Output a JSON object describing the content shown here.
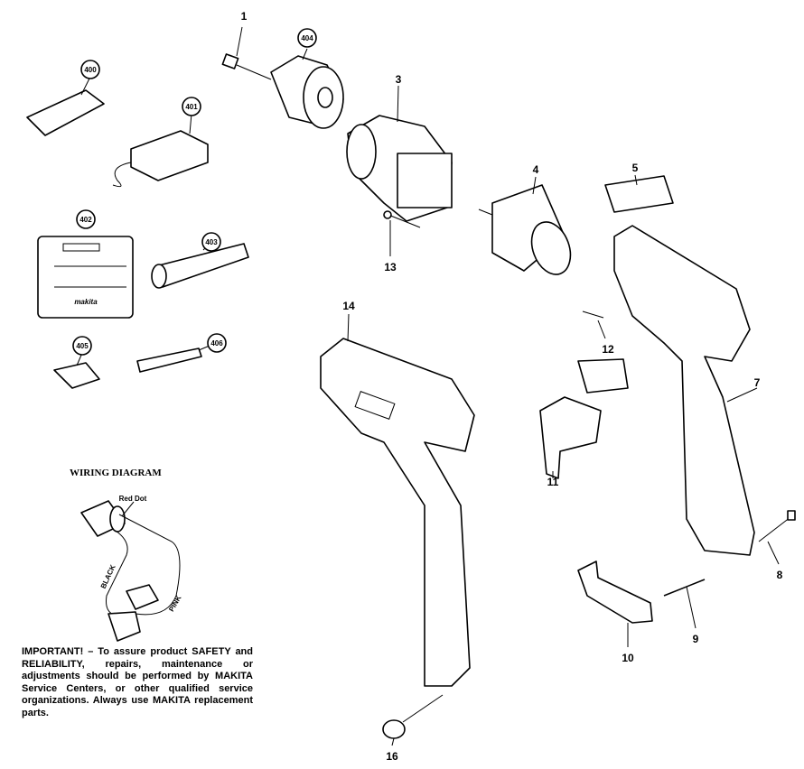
{
  "diagram": {
    "part_numbers": [
      "1",
      "3",
      "4",
      "5",
      "7",
      "8",
      "9",
      "10",
      "11",
      "12",
      "13",
      "14",
      "16"
    ],
    "accessory_numbers": [
      "400",
      "401",
      "402",
      "403",
      "404",
      "405",
      "406"
    ],
    "brand_on_case": "makita"
  },
  "wiring": {
    "title": "WIRING DIAGRAM",
    "red_dot_label": "Red Dot",
    "black_label": "BLACK",
    "pink_label": "PINK"
  },
  "note": "IMPORTANT! – To assure product SAFETY and RELIABILITY, repairs, maintenance or adjustments should be performed by MAKITA Service Centers, or other qualified service organizations. Always use MAKITA replacement parts."
}
